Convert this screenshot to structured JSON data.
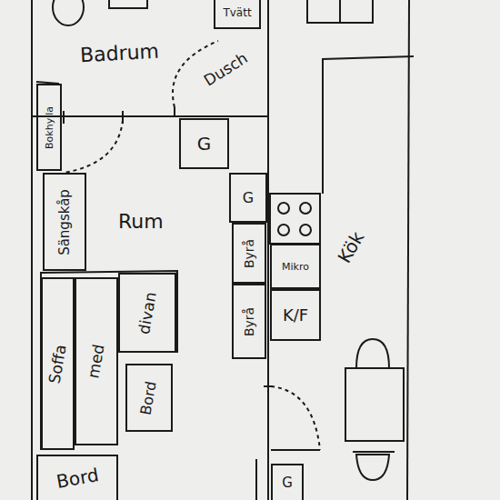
{
  "diagram": {
    "nodes": [
      {
        "text": [
          "Tvätt"
        ]
      },
      {
        "text": [
          "G"
        ]
      },
      {
        "text": [
          "Bokhylla"
        ]
      },
      {
        "text": [
          "G"
        ]
      },
      {
        "text": [
          "Sängskåp"
        ]
      },
      {
        "text": [
          "Byrå"
        ]
      },
      {
        "text": [
          "Mikro"
        ]
      },
      {
        "text": [
          "Byrå"
        ]
      },
      {
        "text": [
          "K/F"
        ]
      },
      {
        "text": [
          "divan"
        ]
      },
      {
        "text": [
          "Soffa"
        ]
      },
      {
        "text": [
          "med"
        ]
      },
      {
        "text": [
          "Bord"
        ]
      },
      {
        "text": [
          "Bord"
        ]
      },
      {
        "text": [
          "G"
        ]
      }
    ],
    "labels": [
      "Badrum",
      "Dusch",
      "Rum",
      "Kök"
    ]
  }
}
